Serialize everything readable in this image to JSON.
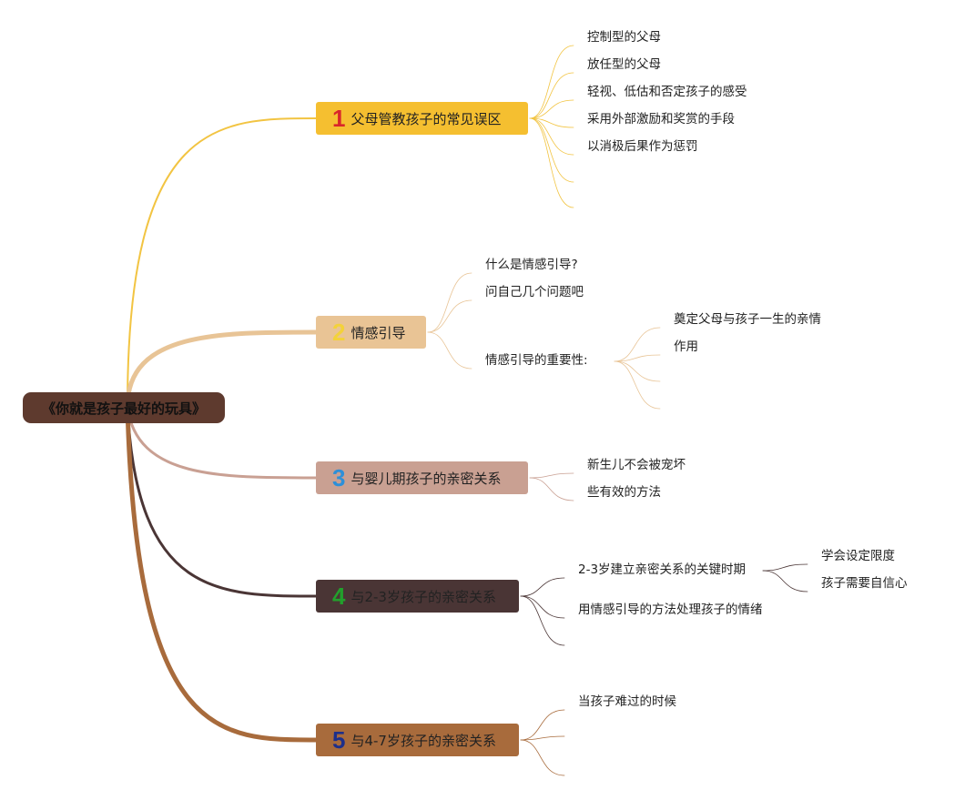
{
  "root": {
    "label": "《你就是孩子最好的玩具》"
  },
  "branches": [
    {
      "number": "1",
      "label": "父母管教孩子的常见误区",
      "color": "#f5bf30",
      "number_color": "#d9262a",
      "line_color": "#f2c442",
      "children": [
        {
          "label": "控制型的父母"
        },
        {
          "label": "放任型的父母"
        },
        {
          "label": "轻视、低估和否定孩子的感受"
        },
        {
          "label": "采用外部激励和奖赏的手段"
        },
        {
          "label": "以消极后果作为惩罚"
        },
        {
          "label": ""
        },
        {
          "label": ""
        }
      ]
    },
    {
      "number": "2",
      "label": "情感引导",
      "color": "#e9c495",
      "number_color": "#f3d23a",
      "line_color": "#e8c496",
      "children": [
        {
          "label": "什么是情感引导?"
        },
        {
          "label": "问自己几个问题吧"
        },
        {
          "label": "情感引导的重要性:",
          "children": [
            {
              "label": "奠定父母与孩子一生的亲情"
            },
            {
              "label": "作用"
            },
            {
              "label": ""
            },
            {
              "label": ""
            }
          ]
        }
      ]
    },
    {
      "number": "3",
      "label": "与婴儿期孩子的亲密关系",
      "color": "#c9a092",
      "number_color": "#2d8fd8",
      "line_color": "#c9a093",
      "children": [
        {
          "label": "新生儿不会被宠坏"
        },
        {
          "label": "些有效的方法"
        }
      ]
    },
    {
      "number": "4",
      "label": "与2-3岁孩子的亲密关系",
      "color": "#4a3535",
      "number_color": "#22a02c",
      "line_color": "#4a3535",
      "children": [
        {
          "label": "2-3岁建立亲密关系的关键时期",
          "children": [
            {
              "label": "学会设定限度"
            },
            {
              "label": "孩子需要自信心"
            }
          ]
        },
        {
          "label": "用情感引导的方法处理孩子的情绪"
        },
        {
          "label": ""
        }
      ]
    },
    {
      "number": "5",
      "label": "与4-7岁孩子的亲密关系",
      "color": "#a86b3c",
      "number_color": "#1d2f8a",
      "line_color": "#a86b3c",
      "children": [
        {
          "label": "当孩子难过的时候"
        },
        {
          "label": ""
        },
        {
          "label": ""
        }
      ]
    }
  ]
}
